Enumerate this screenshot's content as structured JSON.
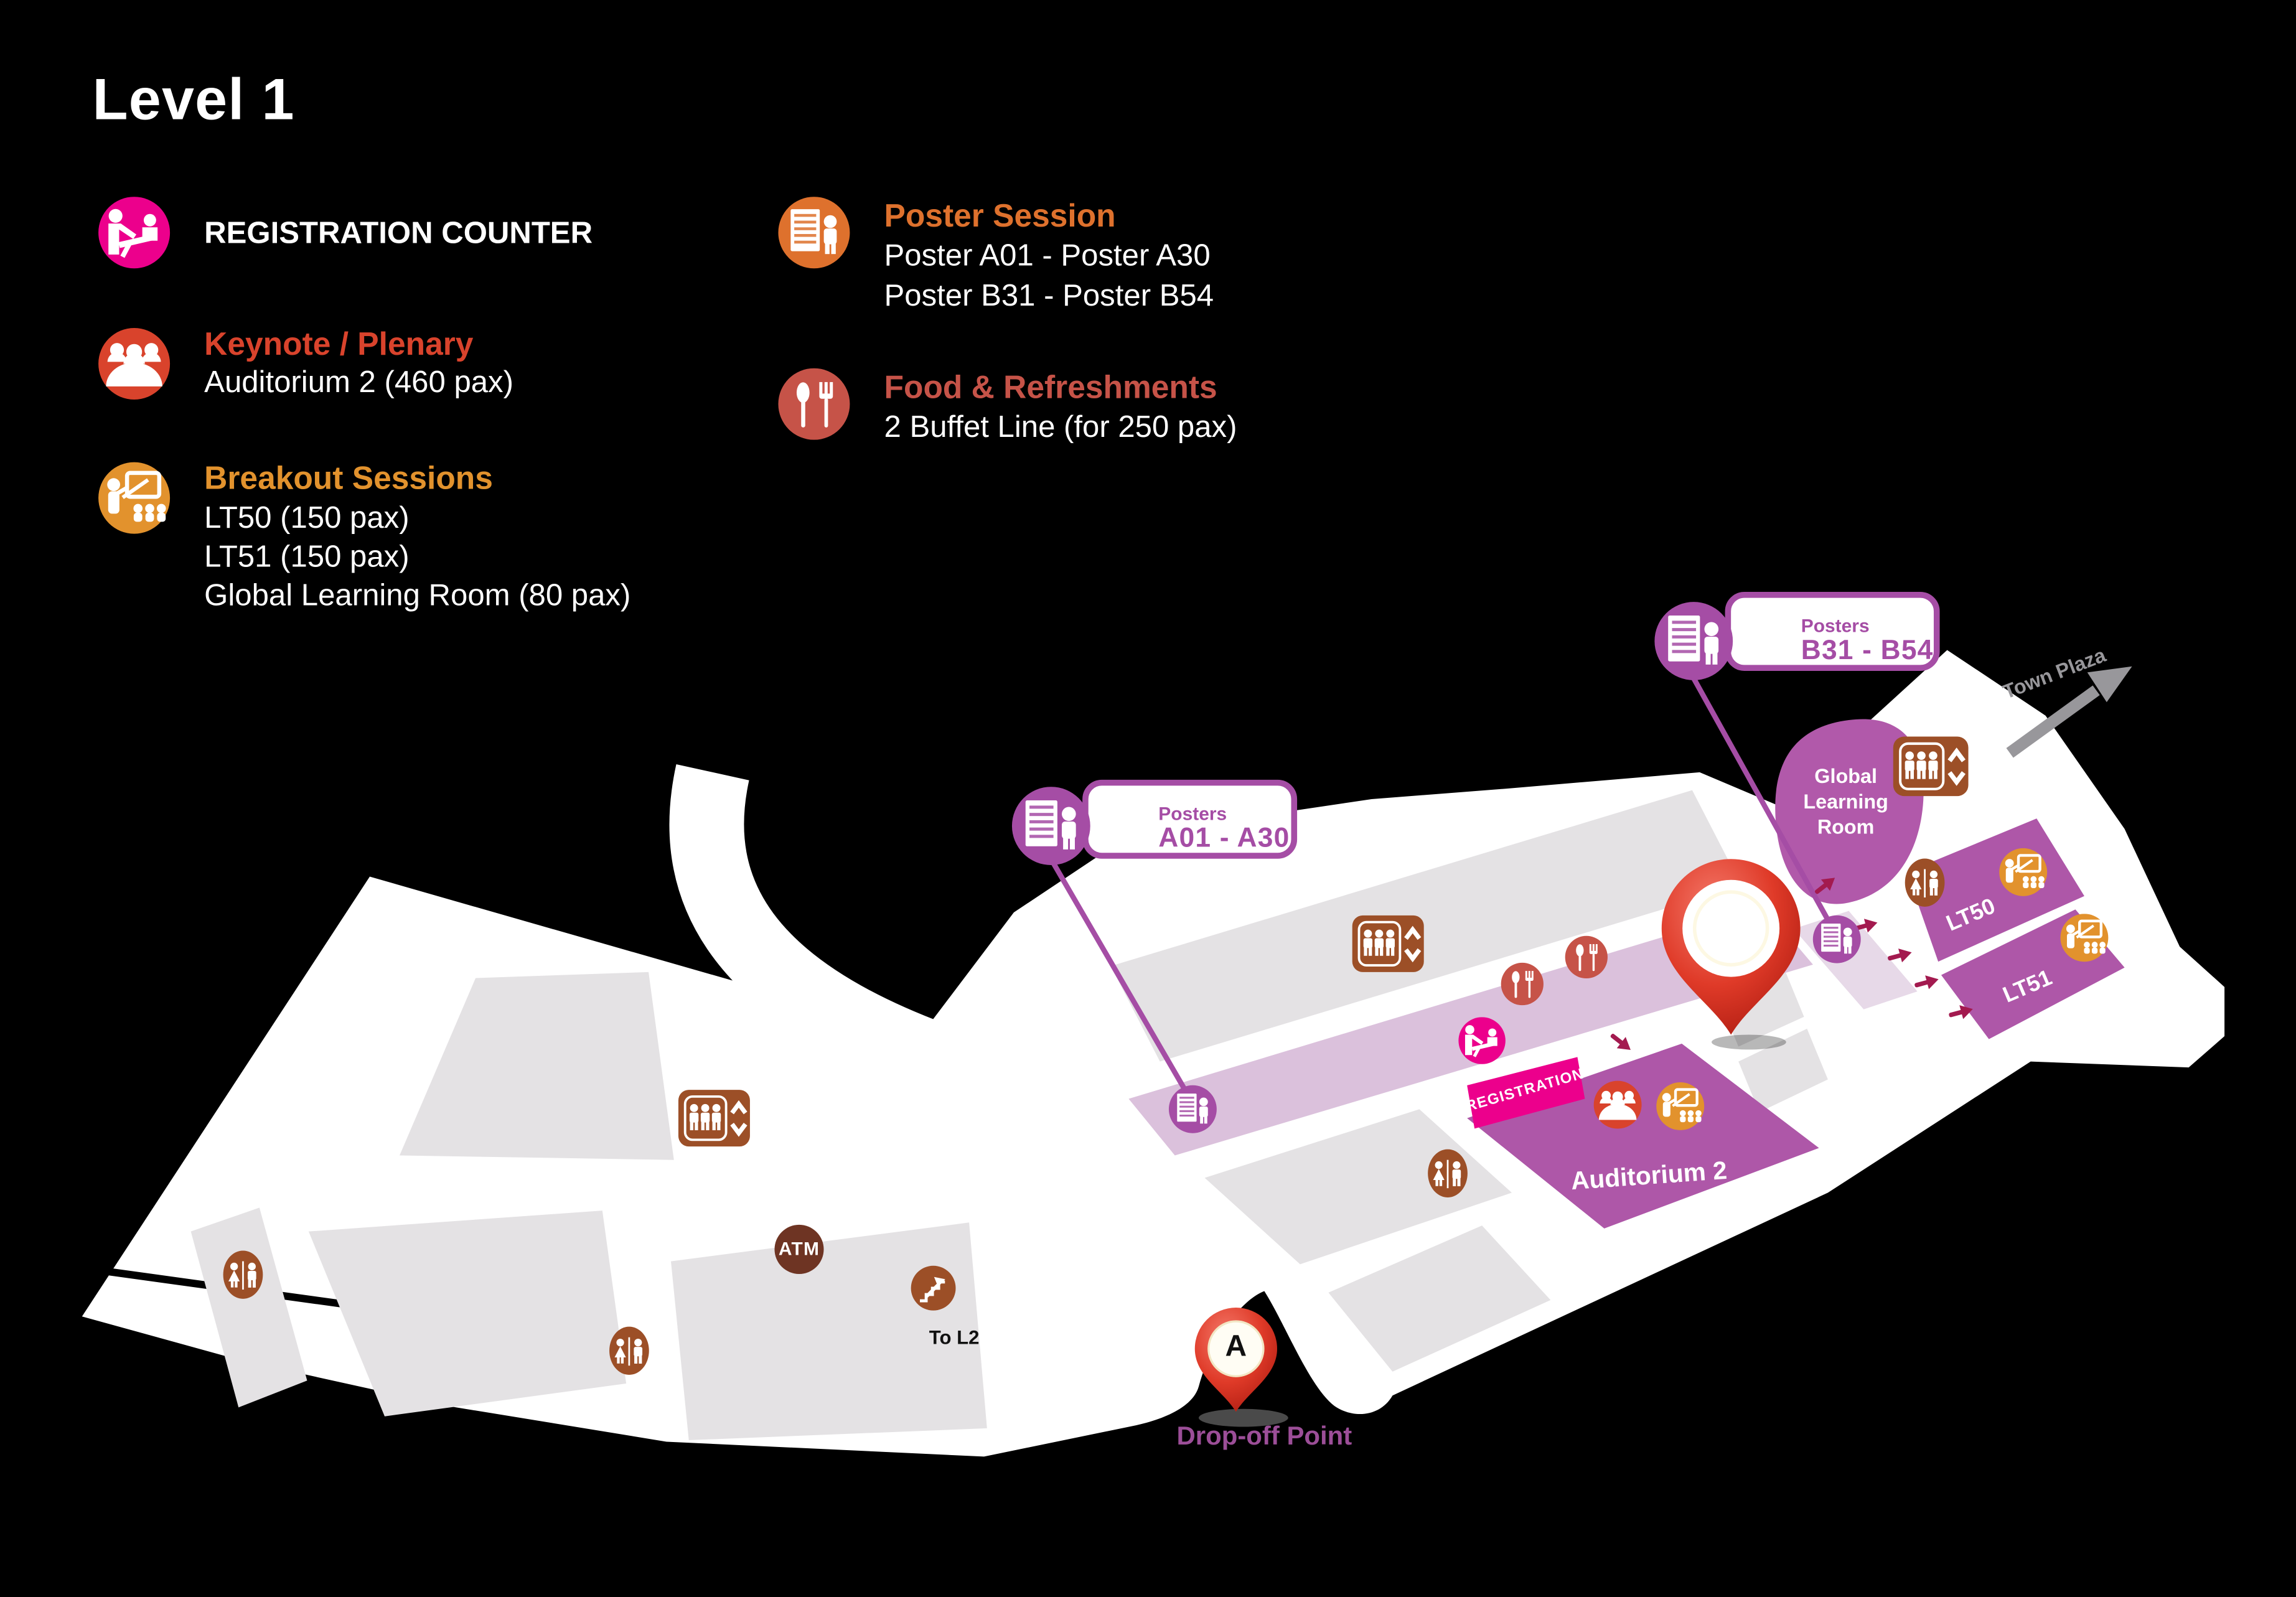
{
  "title": "Level 1",
  "legend": {
    "registration": {
      "label": "REGISTRATION COUNTER"
    },
    "keynote": {
      "title": "Keynote / Plenary",
      "venue": "Auditorium 2 (460 pax)"
    },
    "breakout": {
      "title": "Breakout Sessions",
      "rooms": [
        "LT50 (150 pax)",
        "LT51 (150 pax)",
        "Global Learning Room (80 pax)"
      ]
    },
    "poster": {
      "title": "Poster Session",
      "ranges": [
        "Poster A01 - Poster A30",
        "Poster B31 - Poster B54"
      ]
    },
    "food": {
      "title": "Food & Refreshments",
      "detail": "2 Buffet Line (for 250 pax)"
    }
  },
  "map": {
    "callouts": {
      "a": {
        "title": "Posters",
        "range": "A01 - A30"
      },
      "b": {
        "title": "Posters",
        "range": "B31 - B54"
      }
    },
    "rooms": {
      "auditorium2": "Auditorium 2",
      "lt50": "LT50",
      "lt51": "LT51",
      "glr_l1": "Global",
      "glr_l2": "Learning",
      "glr_l3": "Room"
    },
    "labels": {
      "registration_zone": "REGISTRATION",
      "town_plaza": "Town Plaza",
      "atm": "ATM",
      "to_l2": "To L2",
      "dropoff": "Drop-off Point",
      "dropoff_pin_letter": "A"
    }
  },
  "colors": {
    "background": "#000000",
    "floor_white": "#FFFFFF",
    "room_gray": "#E4E2E4",
    "corridor_lavender": "#DBC1DC",
    "poster_lavender": "#E7D9E8",
    "room_purple": "#AE57A8",
    "registration_pink": "#EC008C",
    "keynote_red": "#D9432C",
    "breakout_orange": "#E2922D",
    "poster_orange": "#DE712D",
    "food_red": "#C65348",
    "facility_brown": "#9C4F27",
    "atm_brown": "#6E3423",
    "callout_purple": "#A54DA5",
    "arrow_maroon": "#A31A4F",
    "pin_red": "#D92B20",
    "townplaza_gray": "#98979B",
    "dropoff_text_purple": "#9C4E98"
  }
}
